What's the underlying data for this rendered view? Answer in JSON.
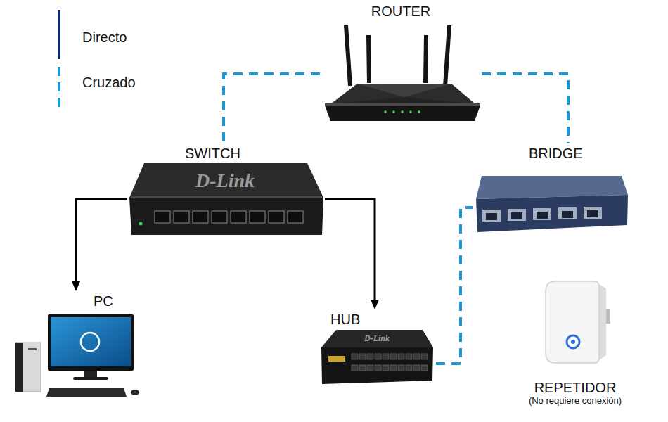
{
  "diagram": {
    "nodes": [
      {
        "text": [
          "ROUTER"
        ]
      },
      {
        "text": [
          "SWITCH"
        ]
      },
      {
        "text": [
          "BRIDGE"
        ]
      },
      {
        "text": [
          "PC"
        ]
      },
      {
        "text": [
          "HUB"
        ]
      },
      {
        "text": [
          "REPETIDOR",
          "(No requiere conexión)"
        ]
      }
    ],
    "edges": [
      {
        "from": 0,
        "to": 1,
        "arrow": "none"
      },
      {
        "from": 0,
        "to": 2,
        "arrow": "none"
      },
      {
        "from": 1,
        "to": 3,
        "arrow": "to"
      },
      {
        "from": 1,
        "to": 4,
        "arrow": "to"
      },
      {
        "from": 4,
        "to": 2,
        "arrow": "none"
      }
    ],
    "labels": [
      "D-Link",
      "D-Link"
    ],
    "legend": [
      {
        "text": "Directo"
      },
      {
        "text": "Cruzado"
      }
    ]
  }
}
